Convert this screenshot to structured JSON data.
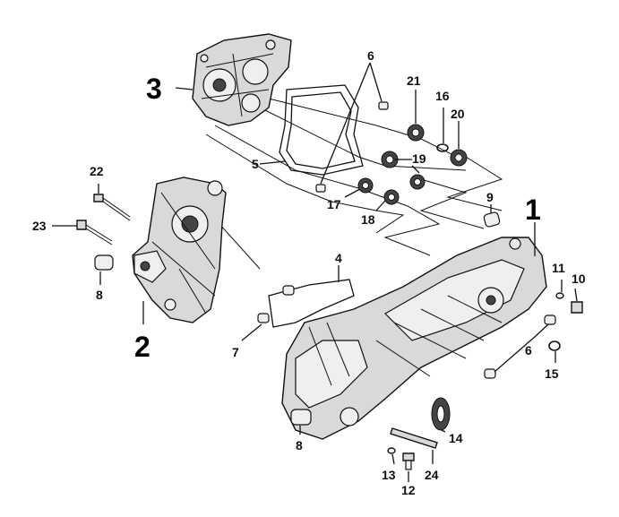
{
  "diagram": {
    "callouts": [
      {
        "id": "p1",
        "text": "1"
      },
      {
        "id": "p2",
        "text": "2"
      },
      {
        "id": "p3",
        "text": "3"
      },
      {
        "id": "p4",
        "text": "4"
      },
      {
        "id": "p5",
        "text": "5"
      },
      {
        "id": "p6a",
        "text": "6"
      },
      {
        "id": "p6b",
        "text": "6"
      },
      {
        "id": "p7",
        "text": "7"
      },
      {
        "id": "p8a",
        "text": "8"
      },
      {
        "id": "p8b",
        "text": "8"
      },
      {
        "id": "p9",
        "text": "9"
      },
      {
        "id": "p10",
        "text": "10"
      },
      {
        "id": "p11",
        "text": "11"
      },
      {
        "id": "p12",
        "text": "12"
      },
      {
        "id": "p13",
        "text": "13"
      },
      {
        "id": "p14",
        "text": "14"
      },
      {
        "id": "p15",
        "text": "15"
      },
      {
        "id": "p16",
        "text": "16"
      },
      {
        "id": "p17",
        "text": "17"
      },
      {
        "id": "p18",
        "text": "18"
      },
      {
        "id": "p19",
        "text": "19"
      },
      {
        "id": "p20",
        "text": "20"
      },
      {
        "id": "p21",
        "text": "21"
      },
      {
        "id": "p22",
        "text": "22"
      },
      {
        "id": "p23",
        "text": "23"
      },
      {
        "id": "p24",
        "text": "24"
      }
    ]
  }
}
